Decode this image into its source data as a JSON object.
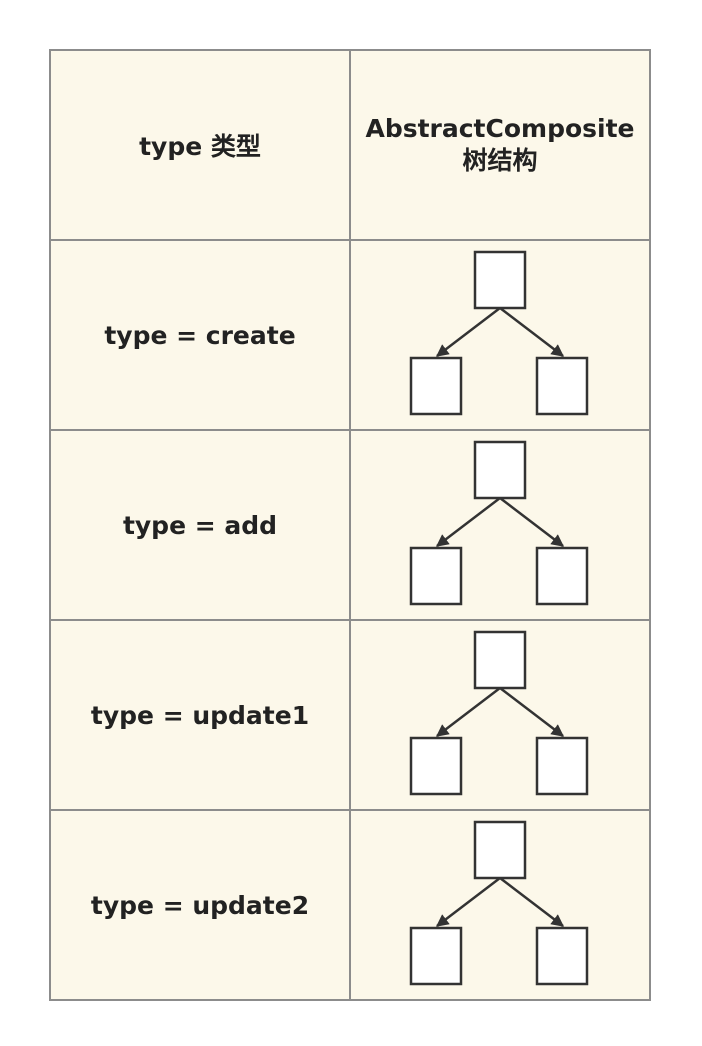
{
  "table": {
    "header": {
      "left": "type 类型",
      "right_line1": "AbstractComposite",
      "right_line2": "树结构"
    },
    "rows": [
      {
        "type_label": "type = create"
      },
      {
        "type_label": "type = add"
      },
      {
        "type_label": "type = update1"
      },
      {
        "type_label": "type = update2"
      }
    ]
  },
  "colors": {
    "cell_background": "#fcf8ea",
    "border": "#8c8c8c",
    "tree_stroke": "#333333",
    "node_fill": "#ffffff"
  }
}
